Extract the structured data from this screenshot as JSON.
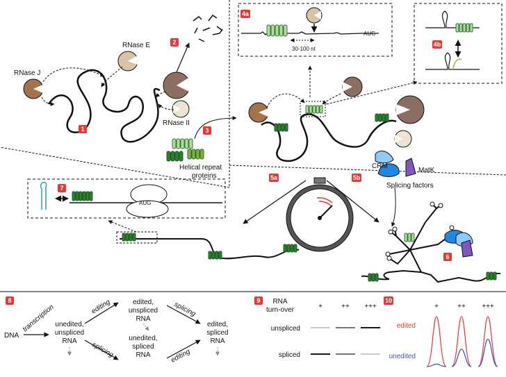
{
  "badges": {
    "b1": "1",
    "b2": "2",
    "b3": "3",
    "b4a": "4a",
    "b4b": "4b",
    "b5a": "5a",
    "b5b": "5b",
    "b6": "6",
    "b7": "7",
    "b8": "8",
    "b9": "9",
    "b10": "10"
  },
  "labels": {
    "rnase_j": "RNase J",
    "rnase_e": "RNase E",
    "rnase_ii": "RNase II",
    "helical_1": "Helical repeat",
    "helical_2": "proteins",
    "distance": "30-100 nt",
    "aug_a": "AUG",
    "aug_b": "AUG",
    "crm": "CRM",
    "matk": "MatK",
    "splicing_factors": "Splicing factors"
  },
  "pathway": {
    "dna": "DNA",
    "transcription": "transcription",
    "n1": [
      "unedited,",
      "unspliced",
      "RNA"
    ],
    "n2": [
      "edited,",
      "unspliced",
      "RNA"
    ],
    "n3": [
      "unedited,",
      "spliced",
      "RNA"
    ],
    "n4": [
      "edited,",
      "spliced",
      "RNA"
    ],
    "edge_editing_top": "editing",
    "edge_splicing_top": "splicing",
    "edge_splicing_bottom": "splicing",
    "edge_editing_bottom": "editing"
  },
  "turnover": {
    "title_1": "RNA",
    "title_2": "turn-over",
    "levels": [
      "+",
      "++",
      "+++"
    ],
    "row_unspliced": "unspliced",
    "row_spliced": "spliced",
    "unspliced_intensity": [
      0.15,
      0.55,
      1.0
    ],
    "spliced_intensity": [
      1.0,
      0.55,
      0.15
    ]
  },
  "peaks": {
    "levels": [
      "+",
      "++",
      "+++"
    ],
    "edited": "edited",
    "unedited": "unedited",
    "edited_color": "#e53935",
    "unedited_color": "#3f51b5",
    "unedited_fraction": [
      0.05,
      0.35,
      0.55
    ]
  },
  "colors": {
    "badge": "#e53935",
    "rnase_j": "#a47148",
    "rnase_e": "#d9c3a5",
    "large_enzyme": "#8d6e63",
    "rnase_ii": "#efe3d3",
    "ppr_light": "#b5d99c",
    "ppr_dark": "#2e7d32",
    "crm": "#64b5f6",
    "matk": "#7e57c2",
    "spliced_factor": "#1976d2"
  }
}
